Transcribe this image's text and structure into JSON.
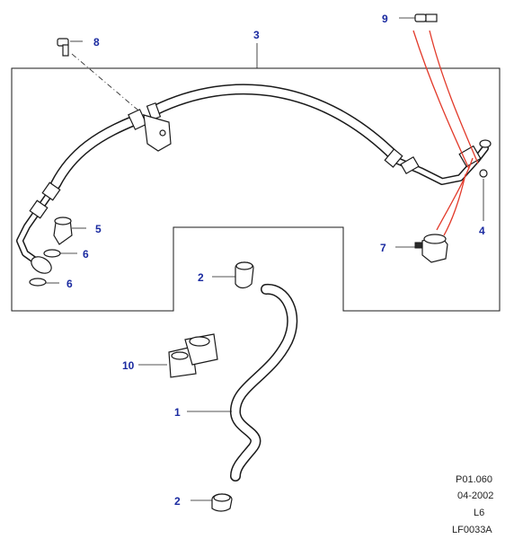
{
  "callouts": {
    "c1": "1",
    "c2a": "2",
    "c2b": "2",
    "c3": "3",
    "c4": "4",
    "c5": "5",
    "c6a": "6",
    "c6b": "6",
    "c7": "7",
    "c8": "8",
    "c9": "9",
    "c10": "10"
  },
  "reference": {
    "code": "P01.060",
    "date": "04-2002",
    "engine": "L6",
    "figure": "LF0033A"
  }
}
